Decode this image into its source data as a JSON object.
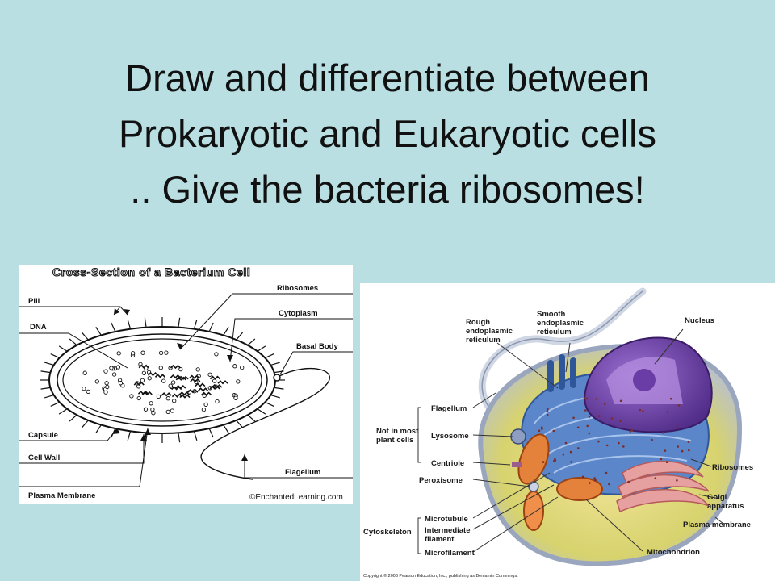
{
  "title": {
    "line1": "Draw and differentiate between",
    "line2": "Prokaryotic and Eukaryotic cells",
    "line3": ".. Give the bacteria ribosomes!"
  },
  "bacterium": {
    "heading": "Cross-Section of a Bacterium Cell",
    "labels": {
      "ribosomes": "Ribosomes",
      "pili": "Pili",
      "cytoplasm": "Cytoplasm",
      "dna": "DNA",
      "basal_body": "Basal Body",
      "capsule": "Capsule",
      "cell_wall": "Cell Wall",
      "flagellum": "Flagellum",
      "plasma_membrane": "Plasma Membrane"
    },
    "credit": "©EnchantedLearning.com"
  },
  "eukaryote": {
    "labels": {
      "rough_er_1": "Rough",
      "rough_er_2": "endoplasmic",
      "rough_er_3": "reticulum",
      "smooth_er_1": "Smooth",
      "smooth_er_2": "endoplasmic",
      "smooth_er_3": "reticulum",
      "nucleus": "Nucleus",
      "flagellum": "Flagellum",
      "not_in_plant_1": "Not in most",
      "not_in_plant_2": "plant cells",
      "lysosome": "Lysosome",
      "centriole": "Centriole",
      "ribosomes": "Ribosomes",
      "peroxisome": "Peroxisome",
      "golgi_1": "Golgi",
      "golgi_2": "apparatus",
      "microtubule": "Microtubule",
      "cytoskeleton": "Cytoskeleton",
      "intermediate_1": "Intermediate",
      "intermediate_2": "filament",
      "plasma_membrane": "Plasma membrane",
      "microfilament": "Microfilament",
      "mitochondrion": "Mitochondrion"
    },
    "copyright": "Copyright © 2003 Pearson Education, Inc., publishing as Benjamin Cummings."
  }
}
